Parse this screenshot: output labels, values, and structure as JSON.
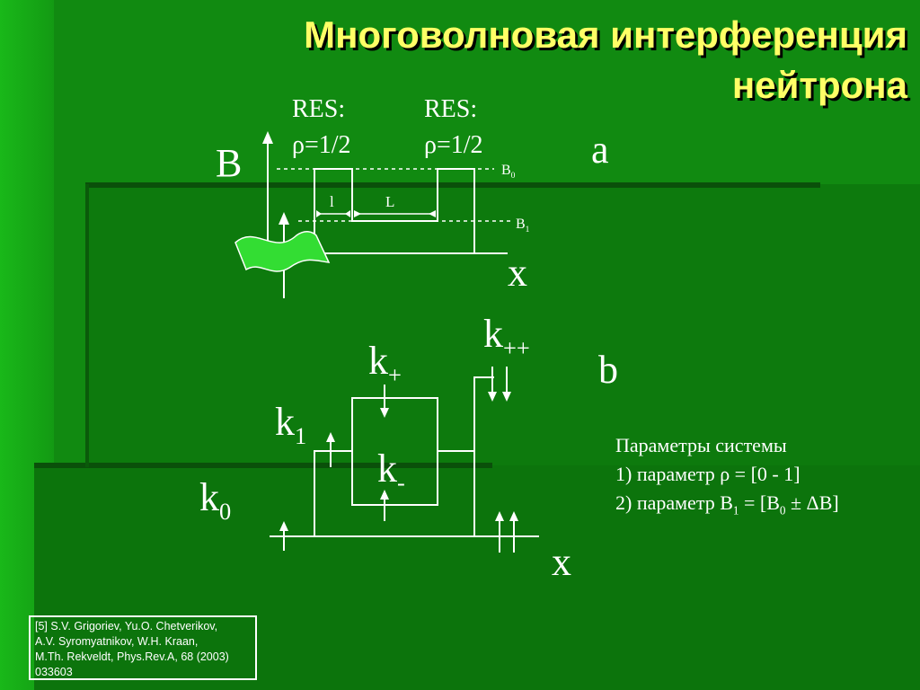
{
  "title": {
    "line1": "Многоволновая интерференция",
    "line2": "нейтрона"
  },
  "panel_a": {
    "label": "a",
    "axis_y_label": "B",
    "axis_x_label": "x",
    "res_left": {
      "line1": "RES:",
      "line2": "ρ=1/2"
    },
    "res_right": {
      "line1": "RES:",
      "line2": "ρ=1/2"
    },
    "b0_base": "B",
    "b0_sub": "0",
    "b1_base": "B",
    "b1_sub": "1",
    "dim_small": "l",
    "dim_large": "L"
  },
  "panel_b": {
    "label": "b",
    "axis_x_label": "x",
    "k0_base": "k",
    "k0_sub": "0",
    "k1_base": "k",
    "k1_sub": "1",
    "kplus_base": "k",
    "kplus_sub": "+",
    "kminus_base": "k",
    "kminus_sub": "-",
    "kpp_base": "k",
    "kpp_sub": "++"
  },
  "params": {
    "heading": "Параметры системы",
    "item1": "1) параметр ρ = [0 - 1]",
    "item2_prefix": "2) параметр B",
    "item2_sub1": "1",
    "item2_mid": " = [B",
    "item2_sub2": "0",
    "item2_suffix": " ± ΔB]"
  },
  "reference": {
    "line1": "[5] S.V. Grigoriev, Yu.O. Chetverikov,",
    "line2": "A.V. Syromyatnikov, W.H. Kraan,",
    "line3": "M.Th. Rekveldt, Phys.Rev.A, 68 (2003)",
    "line4": "033603"
  },
  "colors": {
    "background": "#118a11",
    "title": "#ffff66",
    "text": "#ffffff",
    "flag": "#33dd33"
  },
  "icons": {
    "neutron": "flag-wave-icon"
  }
}
